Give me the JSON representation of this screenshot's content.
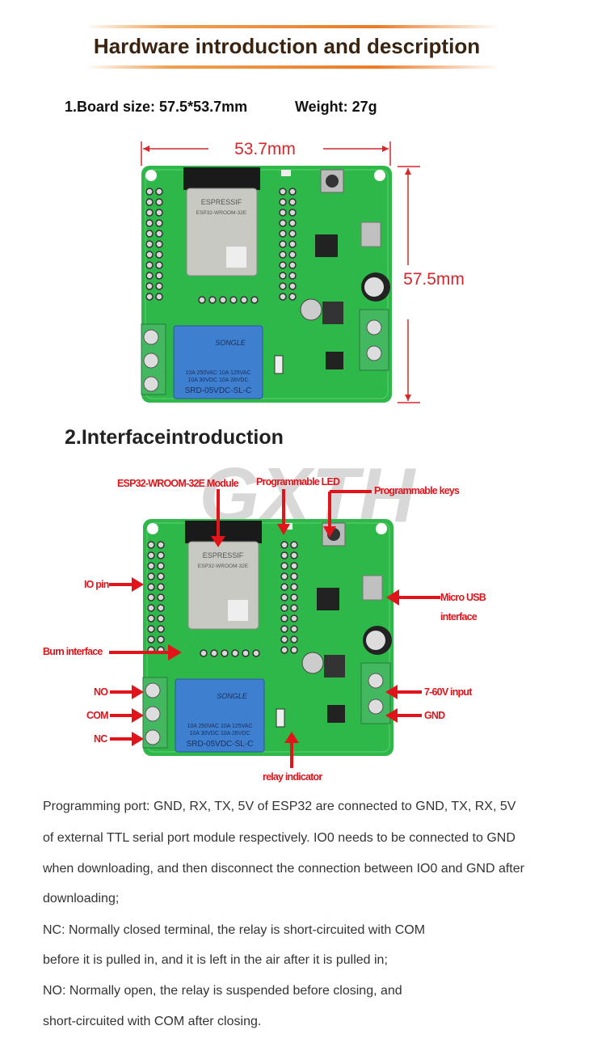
{
  "header": {
    "title": "Hardware introduction and description"
  },
  "section1": {
    "board_size": "1.Board size: 57.5*53.7mm",
    "weight": "Weight: 27g",
    "width_label": "53.7mm",
    "height_label": "57.5mm"
  },
  "section2": {
    "title": "2.Interfaceintroduction",
    "watermark": "GXTH",
    "labels": {
      "module": "ESP32-WROOM-32E Module",
      "led": "Programmable LED",
      "keys": "Programmable keys",
      "io_pin": "IO pin",
      "usb_line1": "Micro USB",
      "usb_line2": "interface",
      "burn": "Burn interface",
      "no": "NO",
      "com": "COM",
      "nc": "NC",
      "input": "7-60V input",
      "gnd": "GND",
      "relay_indicator": "relay indicator"
    }
  },
  "board": {
    "module_brand": "ESPRESSIF",
    "module_model": "ESP32-WROOM-32E",
    "relay_brand": "SONGLE",
    "relay_rating_1": "10A 250VAC  10A 125VAC",
    "relay_rating_2": "10A  30VDC  10A  28VDC",
    "relay_model": "SRD-05VDC-SL-C"
  },
  "description": [
    "Programming port: GND, RX, TX, 5V of ESP32 are connected to GND, TX, RX, 5V",
    "of external TTL serial port module respectively. IO0 needs to be connected to GND",
    "when downloading, and then disconnect the connection between IO0 and GND after",
    "downloading;",
    "NC: Normally closed terminal, the relay is short-circuited with COM",
    "before it is pulled in, and it is left in the air after it is pulled in;",
    "NO: Normally open, the relay is suspended before closing, and",
    "short-circuited with COM after closing."
  ],
  "colors": {
    "accent": "#ee7a22",
    "annotation": "#e0141a",
    "pcb": "#2fb84a",
    "relay": "#3f7fd0"
  }
}
